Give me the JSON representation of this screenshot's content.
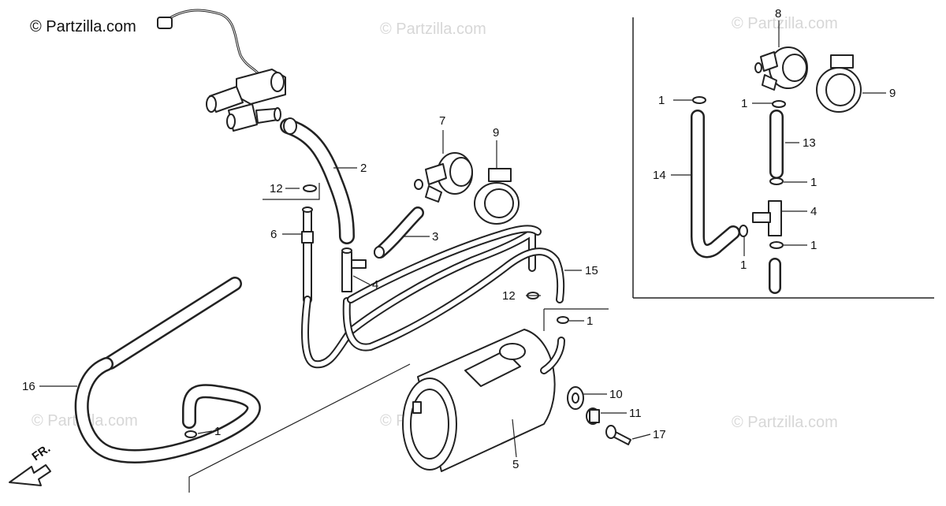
{
  "copyright": "© Partzilla.com",
  "watermark": "© Partzilla.com",
  "direction_label": "FR.",
  "callouts": {
    "c_1_inset_a": "1",
    "c_1_inset_b": "1",
    "c_1_inset_c": "1",
    "c_1_inset_d": "1",
    "c_1_inset_e": "1",
    "c_1_main_a": "1",
    "c_1_main_b": "1",
    "c_2": "2",
    "c_3": "3",
    "c_4_main": "4",
    "c_4_inset": "4",
    "c_5": "5",
    "c_6": "6",
    "c_7": "7",
    "c_8": "8",
    "c_9_main": "9",
    "c_9_inset": "9",
    "c_10": "10",
    "c_11": "11",
    "c_12_a": "12",
    "c_12_b": "12",
    "c_13": "13",
    "c_14": "14",
    "c_15": "15",
    "c_16": "16",
    "c_17": "17"
  }
}
